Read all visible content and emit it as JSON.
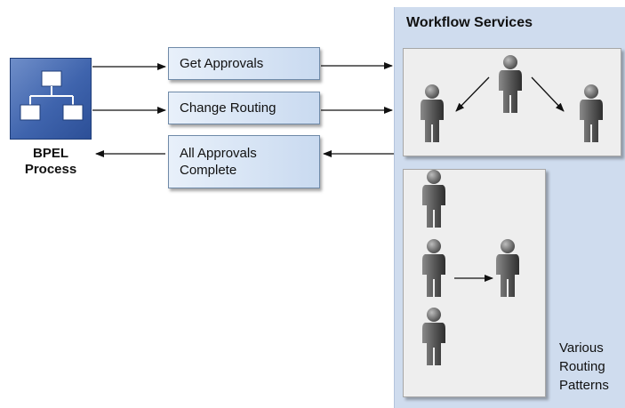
{
  "bpel": {
    "label_line1": "BPEL",
    "label_line2": "Process",
    "icon": "process-flowchart-icon"
  },
  "messages": {
    "get_approvals": "Get Approvals",
    "change_routing": "Change Routing",
    "all_approvals_line1": "All Approvals",
    "all_approvals_line2": "Complete"
  },
  "workflow": {
    "title": "Workflow Services",
    "patterns_line1": "Various",
    "patterns_line2": "Routing",
    "patterns_line3": "Patterns"
  },
  "colors": {
    "bpel_blue": "#3f64ad",
    "message_fill": "#c9daf0",
    "panel_blue": "#cfdcee",
    "inner_panel": "#eeeeee",
    "person_gray": "#555555"
  }
}
